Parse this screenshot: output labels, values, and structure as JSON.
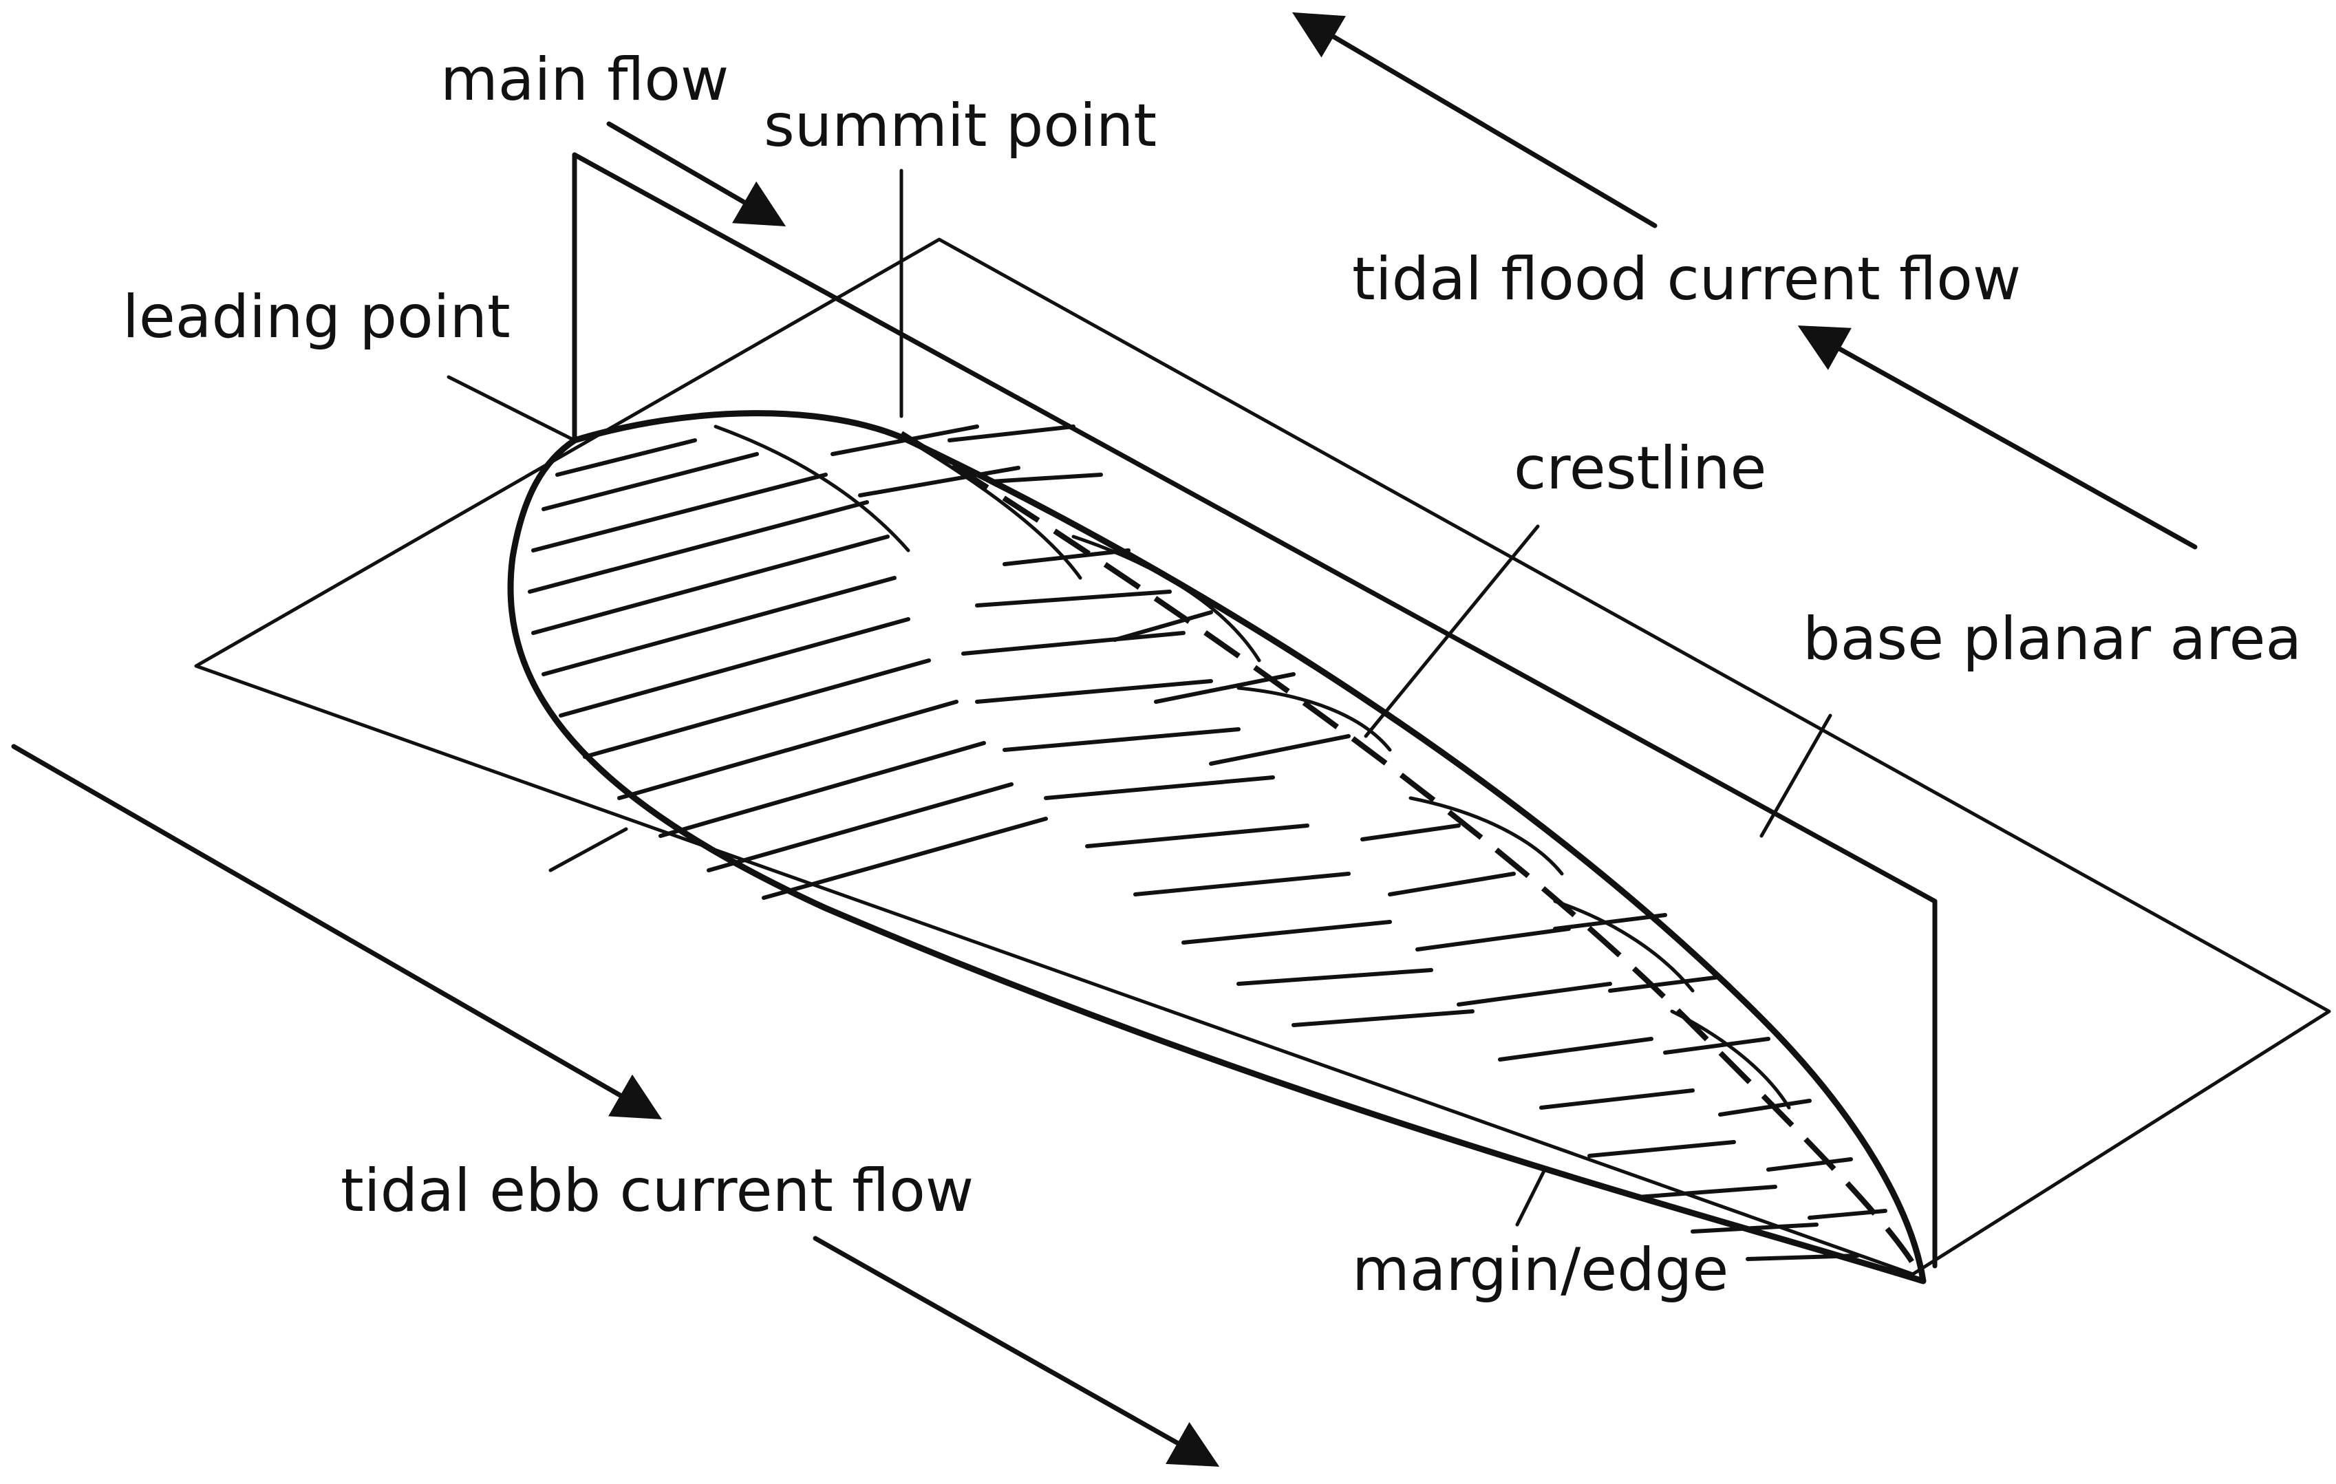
{
  "labels": {
    "main_flow": "main flow",
    "summit_point": "summit point",
    "leading_point": "leading point",
    "tidal_flood": "tidal flood current flow",
    "crestline": "crestline",
    "base_planar_area": "base planar area",
    "tidal_ebb": "tidal ebb current flow",
    "margin_edge": "margin/edge"
  },
  "colors": {
    "ink": "#111111",
    "background": "#ffffff"
  }
}
